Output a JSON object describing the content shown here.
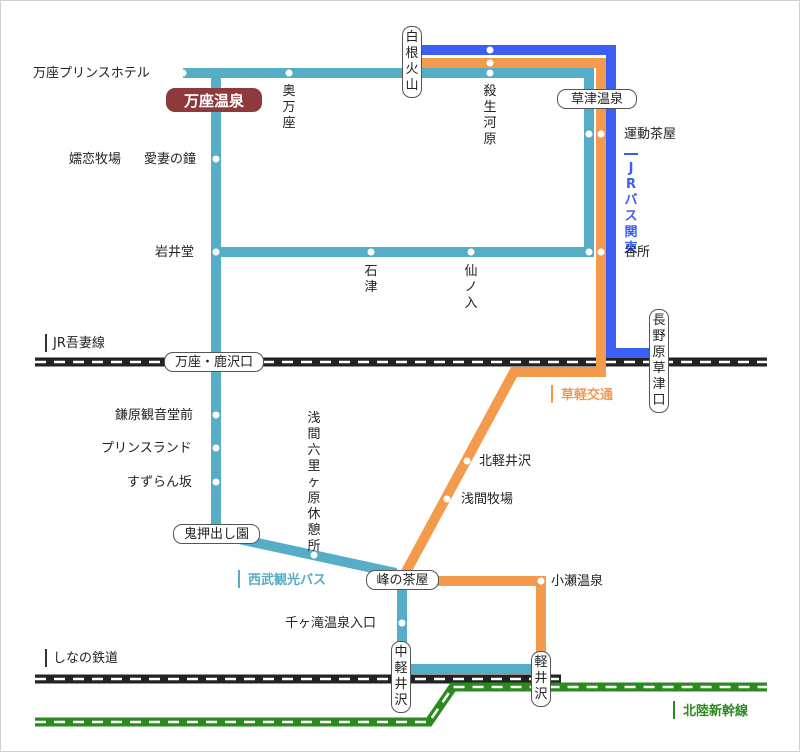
{
  "colors": {
    "seibu_bus": "#55adc6",
    "kusakaru": "#f39a4d",
    "jr_bus_kanto": "#3a5ff2",
    "railway": "#222222",
    "shinkansen": "#2a8a1f",
    "highlight": "#8e3a3c"
  },
  "rail_lines": {
    "jr_agatsuma": "JR吾妻線",
    "shinano": "しなの鉄道",
    "hokuriku_shinkansen": "北陸新幹線"
  },
  "operators": {
    "seibu": "西武観光バス",
    "kusakaru": "草軽交通",
    "jr_bus": "JRバス関東"
  },
  "hubs": {
    "manza_onsen": "万座温泉",
    "shirane_kazan": "白根火山",
    "kusatsu_onsen": "草津温泉",
    "naganohara_kusatsuguchi": "長野原草津口",
    "manza_kazawaguchi": "万座・鹿沢口",
    "onioshidashi": "鬼押出し園",
    "mine_no_chaya": "峰の茶屋",
    "naka_karuizawa": "中軽井沢",
    "karuizawa": "軽井沢"
  },
  "stops": {
    "manza_prince": "万座プリンスホテル",
    "oku_manza": "奥万座",
    "sessho_gawara": "殺生河原",
    "undo_chaya": "運動茶屋",
    "ainoya": "谷所",
    "kanren_bokujo": "嬬恋牧場",
    "aitsuma_no_kane": "愛妻の鐘",
    "iwaido": "岩井堂",
    "ishizu": "石津",
    "sen_no_iri": "仙ノ入",
    "kamahara_kannon": "鎌原観音堂前",
    "prince_land": "プリンスランド",
    "suzuranzaka": "すずらん坂",
    "asama_rokurigahara": "浅間六里ヶ原休憩所",
    "kita_karuizawa": "北軽井沢",
    "asama_bokujo": "浅間牧場",
    "kose_onsen": "小瀬温泉",
    "sengataki": "千ヶ滝温泉入口"
  }
}
